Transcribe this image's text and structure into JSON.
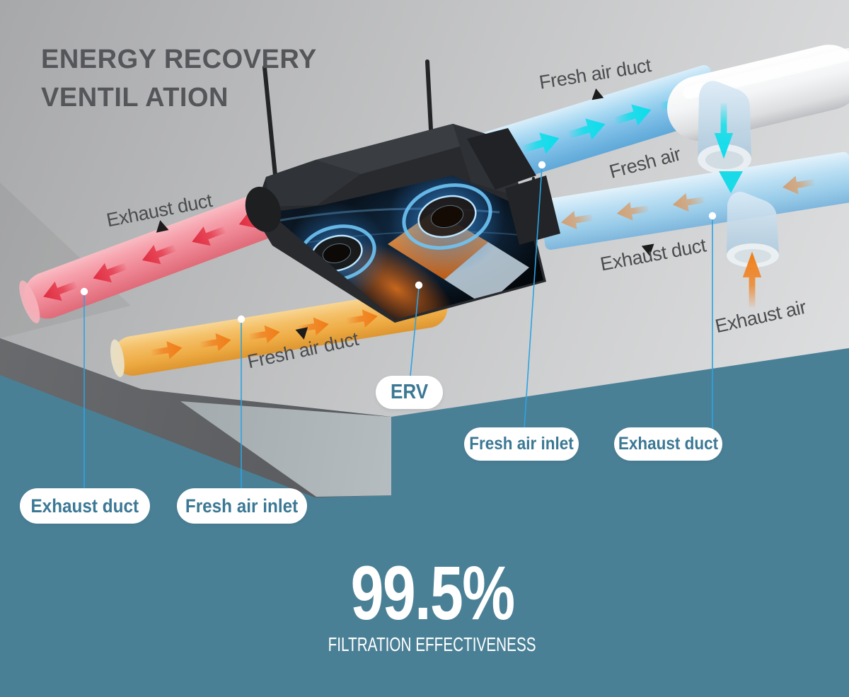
{
  "header": {
    "title_line1": "ENERGY RECOVERY",
    "title_line2": "VENTIL ATION"
  },
  "diagram": {
    "annotations": [
      {
        "id": "fresh-air-duct-top",
        "text": "Fresh air duct"
      },
      {
        "id": "fresh-air",
        "text": "Fresh air"
      },
      {
        "id": "exhaust-duct-left",
        "text": "Exhaust duct"
      },
      {
        "id": "exhaust-duct-right",
        "text": "Exhaust duct"
      },
      {
        "id": "exhaust-air",
        "text": "Exhaust air"
      },
      {
        "id": "fresh-air-duct-lower",
        "text": "Fresh air duct"
      }
    ],
    "callouts": [
      {
        "id": "erv-unit",
        "label": "ERV"
      },
      {
        "id": "fresh-air-inlet-right",
        "label": "Fresh air inlet"
      },
      {
        "id": "exhaust-duct-right",
        "label": "Exhaust duct"
      },
      {
        "id": "exhaust-duct-left",
        "label": "Exhaust duct"
      },
      {
        "id": "fresh-air-inlet-left",
        "label": "Fresh air inlet"
      }
    ]
  },
  "stat": {
    "value": "99.5%",
    "caption": "FILTRATION EFFECTIVENESS"
  },
  "colors": {
    "background_teal": "#4a8096",
    "ceiling_gray": "#c6c7c9",
    "slab_shadow_gray": "#5d5f61",
    "title_text": "#55565a",
    "annotation_text": "#4b4c4e",
    "callout_text": "#3b7894",
    "leader_line_blue": "#2da3e2",
    "fresh_air_duct_blue": "#8fcbec",
    "fresh_air_arrow_cyan": "#10dfe9",
    "exhaust_duct_pink": "#f0919d",
    "exhaust_arrow_red": "#e4394b",
    "supply_duct_orange": "#f2ba5c",
    "supply_arrow_orange": "#f08122",
    "return_arrow_tan": "#d6a377",
    "stat_text": "#ffffff"
  }
}
